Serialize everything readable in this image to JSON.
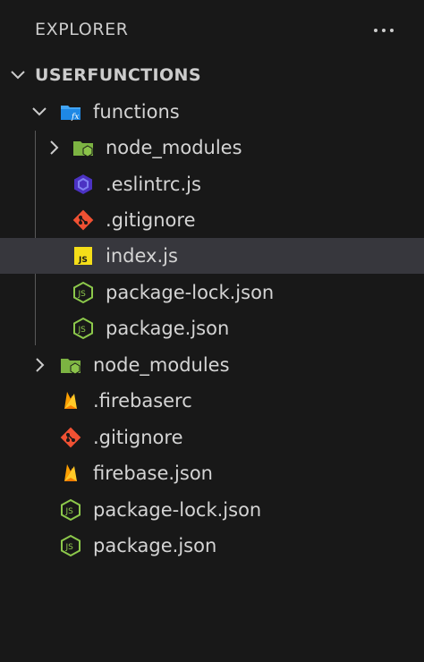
{
  "header": {
    "title": "EXPLORER",
    "more_icon": "ellipsis-icon"
  },
  "root": {
    "label": "USERFUNCTIONS",
    "expanded": true
  },
  "tree": [
    {
      "label": "functions",
      "type": "folder",
      "icon": "folder-functions-icon",
      "expanded": true
    },
    {
      "label": "node_modules",
      "type": "folder",
      "icon": "folder-node-icon",
      "expanded": false
    },
    {
      "label": ".eslintrc.js",
      "type": "file",
      "icon": "eslint-icon"
    },
    {
      "label": ".gitignore",
      "type": "file",
      "icon": "git-icon"
    },
    {
      "label": "index.js",
      "type": "file",
      "icon": "javascript-icon",
      "selected": true
    },
    {
      "label": "package-lock.json",
      "type": "file",
      "icon": "nodejs-icon"
    },
    {
      "label": "package.json",
      "type": "file",
      "icon": "nodejs-icon"
    },
    {
      "label": "node_modules",
      "type": "folder",
      "icon": "folder-node-icon",
      "expanded": false
    },
    {
      "label": ".firebaserc",
      "type": "file",
      "icon": "firebase-icon"
    },
    {
      "label": ".gitignore",
      "type": "file",
      "icon": "git-icon"
    },
    {
      "label": "firebase.json",
      "type": "file",
      "icon": "firebase-icon"
    },
    {
      "label": "package-lock.json",
      "type": "file",
      "icon": "nodejs-icon"
    },
    {
      "label": "package.json",
      "type": "file",
      "icon": "nodejs-icon"
    }
  ],
  "colors": {
    "background": "#181818",
    "selected_row": "#37373d",
    "text": "#d4d4d4",
    "node_green": "#8cc84b",
    "git_orange": "#f05133",
    "eslint_purple": "#4b32c3",
    "js_yellow": "#f5de19",
    "firebase_yellow": "#ffca28",
    "folder_blue": "#42a5f5"
  }
}
